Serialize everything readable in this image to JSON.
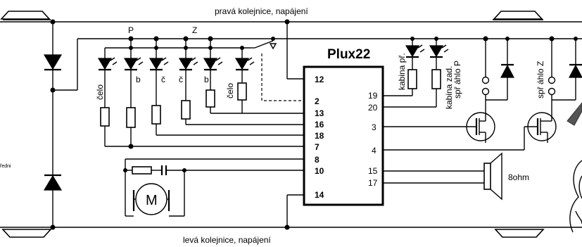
{
  "rail_top_label": "pravá kolejnice, napájení",
  "rail_bottom_label": "levá kolejnice, napájení",
  "chip_title": "Plux22",
  "pins_left": [
    "12",
    "2",
    "13",
    "16",
    "18",
    "7",
    "8",
    "10",
    "14"
  ],
  "pins_right": [
    "19",
    "20",
    "3",
    "4",
    "15",
    "17"
  ],
  "bus_p_label": "P",
  "bus_z_label": "Z",
  "led_labels": [
    "čelo",
    "b",
    "č",
    "č",
    "b",
    "čelo"
  ],
  "cabin_labels": [
    "kabina př.",
    "kabina zad."
  ],
  "coupler_labels": [
    "spř áhlo P",
    "spř áhlo Z"
  ],
  "motor_label": "M",
  "speaker_label": "8ohm",
  "edge_label": "ředni"
}
